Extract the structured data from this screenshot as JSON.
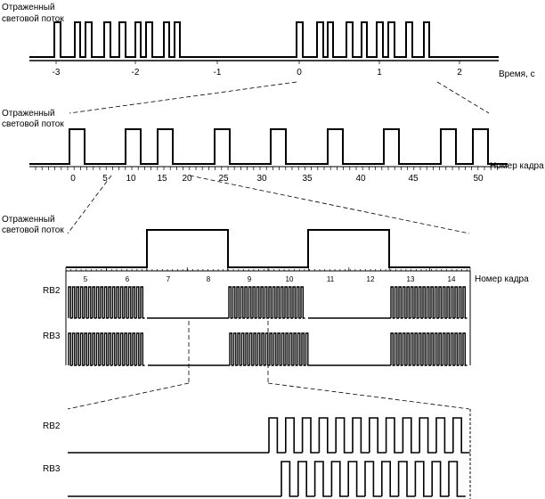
{
  "panel1": {
    "title_line1": "Отраженный",
    "title_line2": "световой поток",
    "axis_label": "Время, с",
    "ticks": [
      "-3",
      "-2",
      "-1",
      "0",
      "1",
      "2"
    ]
  },
  "panel2": {
    "title_line1": "Отраженный",
    "title_line2": "световой поток",
    "axis_label": "Номер кадра",
    "ticks": [
      "0",
      "5",
      "10",
      "15",
      "20",
      "25",
      "30",
      "35",
      "40",
      "45",
      "50"
    ]
  },
  "panel3": {
    "title_line1": "Отраженный",
    "title_line2": "световой поток",
    "axis_label": "Номер кадра",
    "frame_numbers": [
      "5",
      "6",
      "7",
      "8",
      "9",
      "10",
      "11",
      "12",
      "13",
      "14"
    ],
    "rb2_label": "RB2",
    "rb3_label": "RB3"
  },
  "panel4": {
    "rb2_label": "RB2",
    "rb3_label": "RB3"
  }
}
